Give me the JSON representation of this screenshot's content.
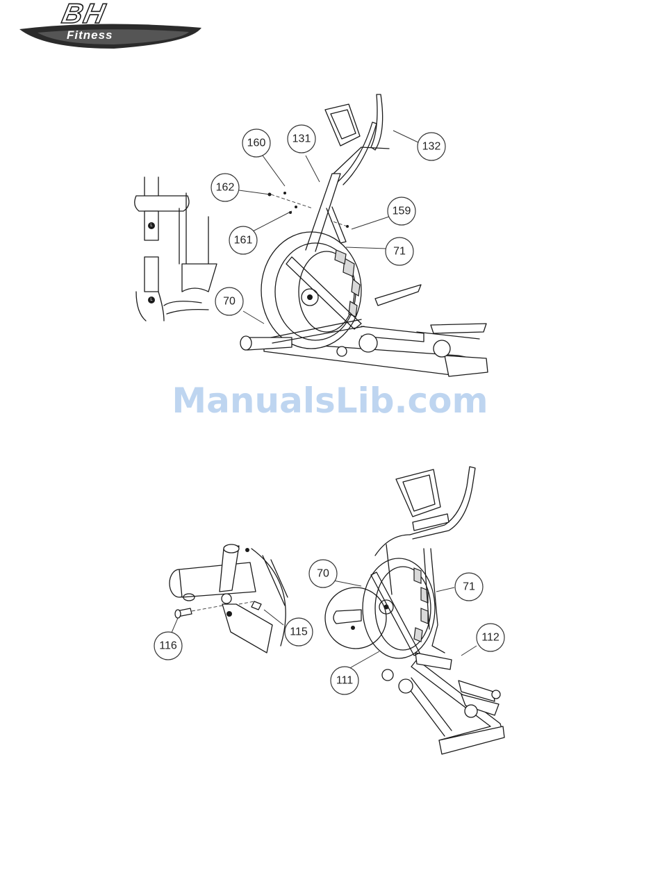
{
  "brand": {
    "name": "BH",
    "subtitle": "Fitness"
  },
  "watermark": "ManualsLib.com",
  "figure1": {
    "detail_marker": "L",
    "callouts": [
      "160",
      "131",
      "132",
      "162",
      "159",
      "161",
      "71",
      "70"
    ]
  },
  "figure2": {
    "callouts": [
      "70",
      "71",
      "115",
      "116",
      "111",
      "112"
    ]
  }
}
